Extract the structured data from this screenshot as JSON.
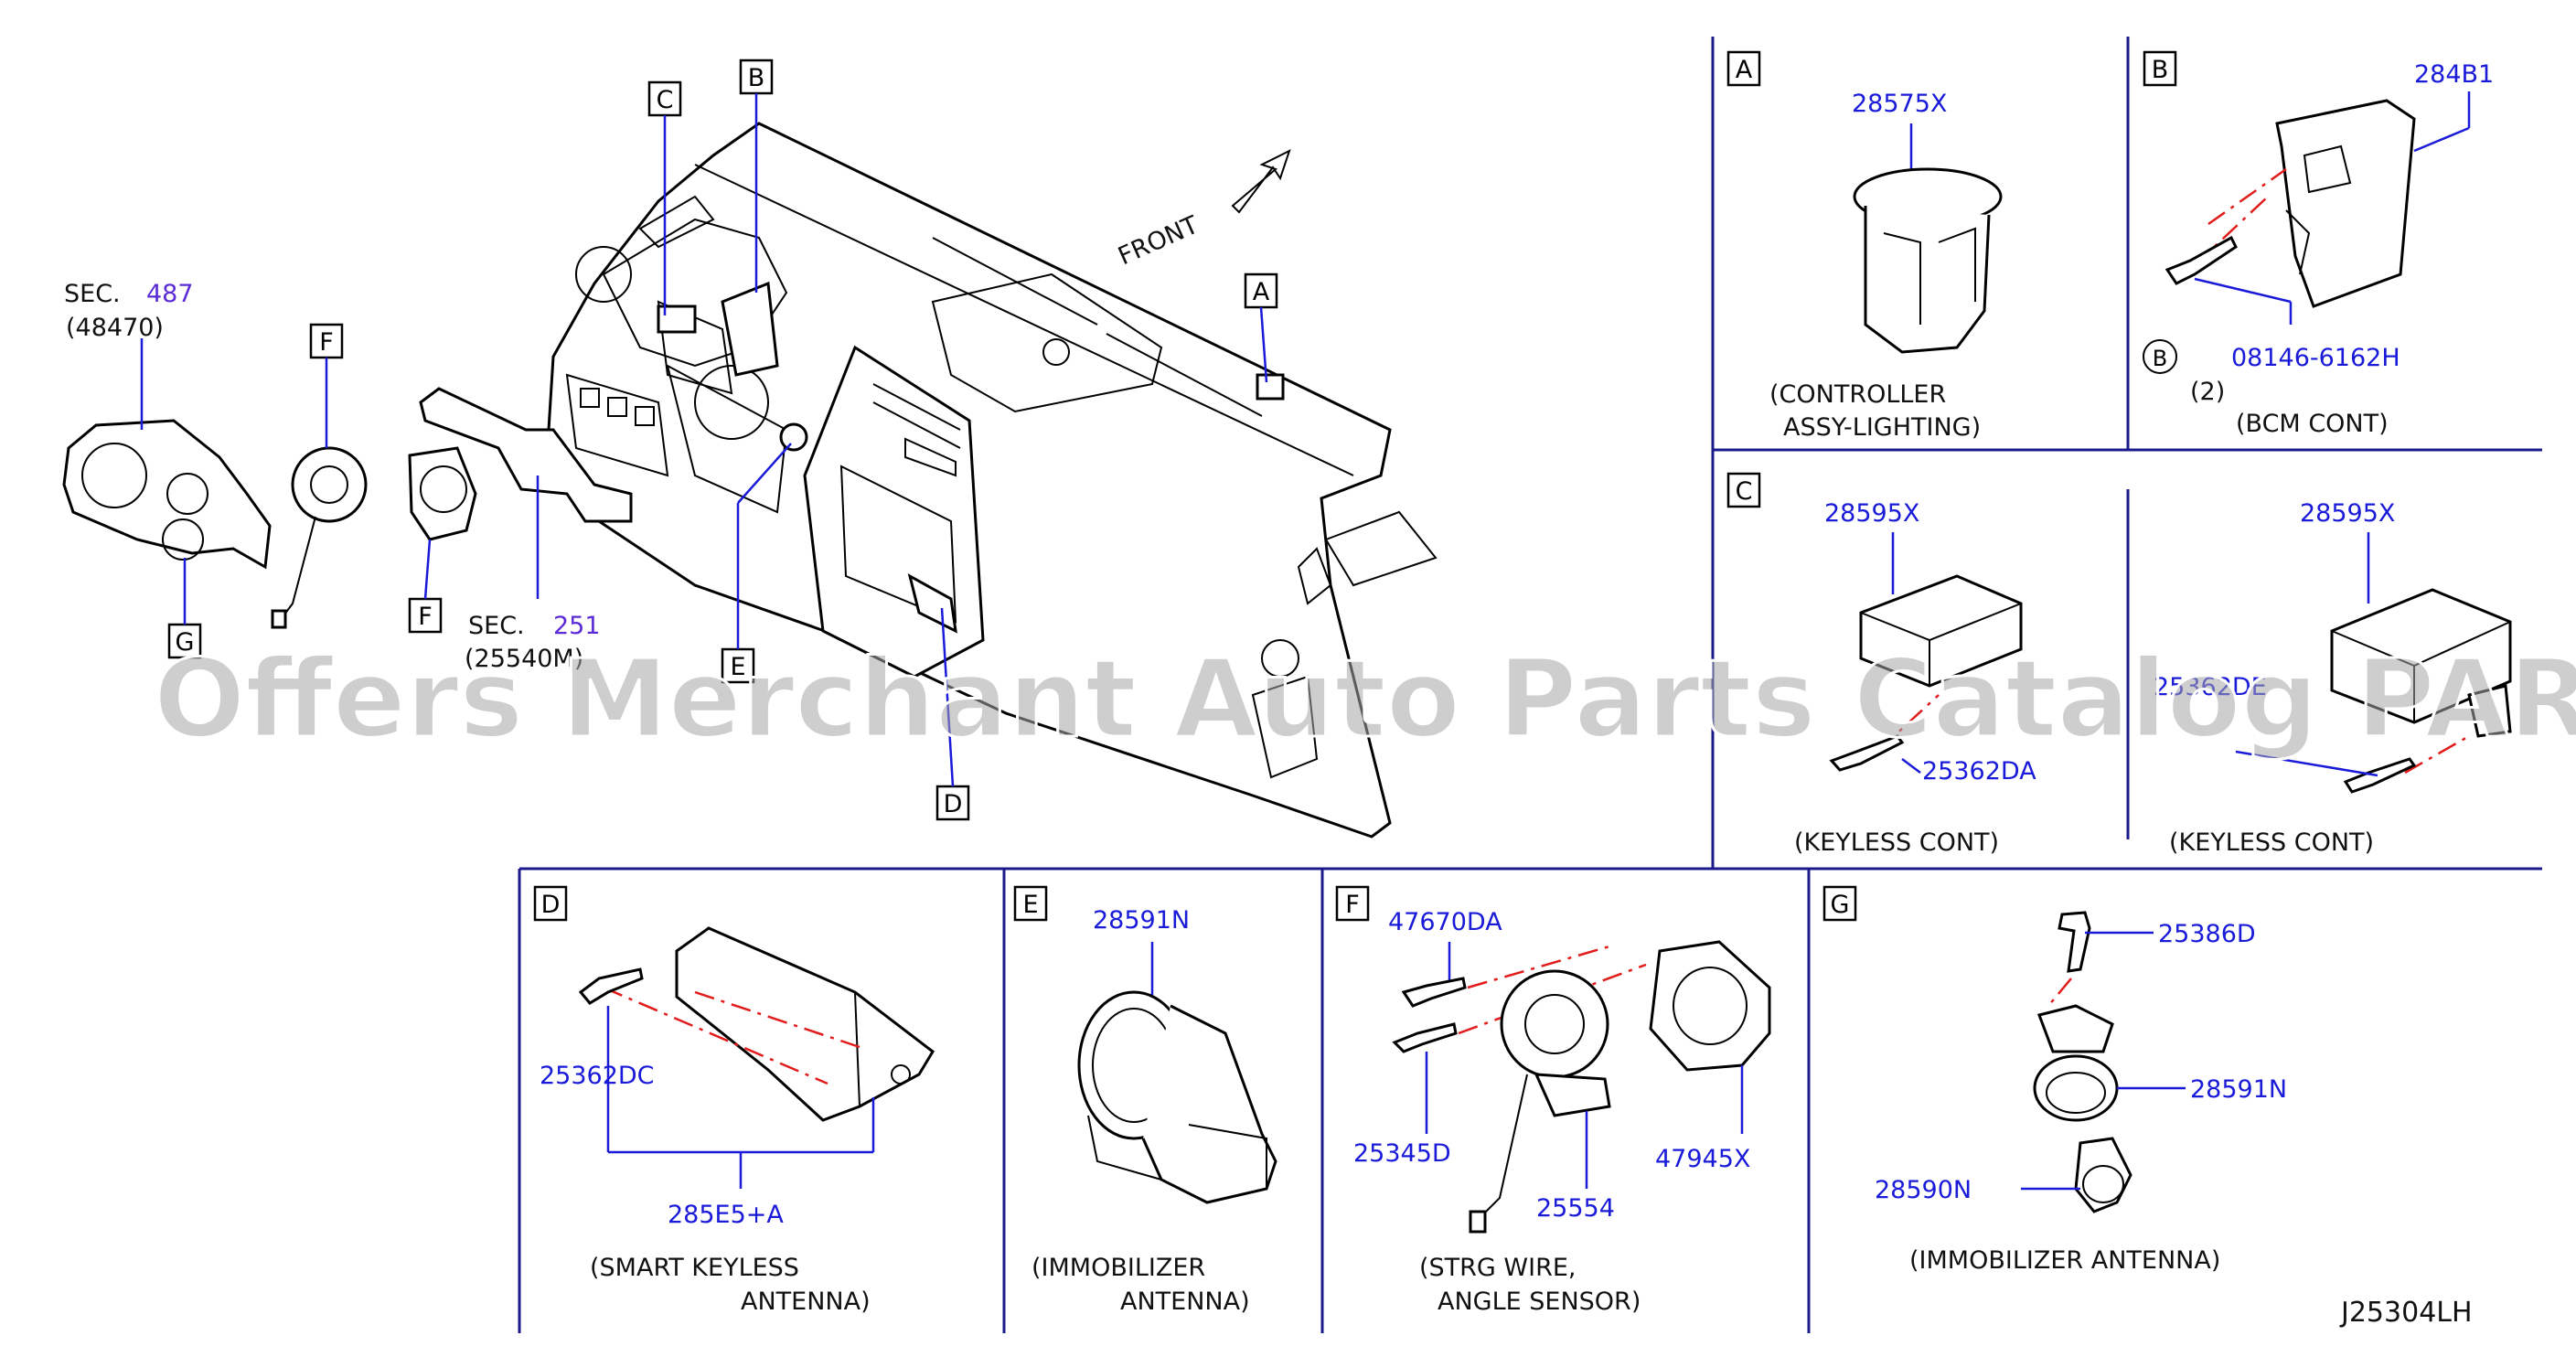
{
  "callouts": {
    "A": "A",
    "B": "B",
    "C": "C",
    "D": "D",
    "E": "E",
    "F": "F",
    "G": "G"
  },
  "main": {
    "front": "FRONT",
    "sec487_prefix": "SEC.",
    "sec487_num": "487",
    "sec487_sub": "(48470)",
    "sec251_prefix": "SEC.",
    "sec251_num": "251",
    "sec251_sub": "(25540M)"
  },
  "panel_a": {
    "part": "28575X",
    "desc_line1": "(CONTROLLER",
    "desc_line2": "ASSY-LIGHTING)"
  },
  "panel_b": {
    "part_module": "284B1",
    "part_bolt": "08146-6162H",
    "bolt_marker": "B",
    "qty": "(2)",
    "desc": "(BCM CONT)"
  },
  "panel_c1": {
    "part_module": "28595X",
    "part_screw": "25362DA",
    "desc": "(KEYLESS CONT)"
  },
  "panel_c2": {
    "part_module": "28595X",
    "part_screw_partial": "2​5​362DE",
    "desc": "(KEYLESS CONT)"
  },
  "panel_d": {
    "part_screw": "25362DC",
    "part_bracket": "285E5+A",
    "desc_line1": "(SMART KEYLESS",
    "desc_line2": "ANTENNA)"
  },
  "panel_e": {
    "part": "28591N",
    "desc_line1": "(IMMOBILIZER",
    "desc_line2": "ANTENNA)"
  },
  "panel_f": {
    "part_a": "47670DA",
    "part_b": "25345D",
    "part_c": "25554",
    "part_d": "47945X",
    "desc_line1": "(STRG WIRE,",
    "desc_line2": "ANGLE SENSOR)"
  },
  "panel_g": {
    "part_screw": "25386D",
    "part_antenna": "28591N",
    "part_ring": "28590N",
    "desc": "(IMMOBILIZER ANTENNA)"
  },
  "watermark": "Offers Merchant Auto Parts Catalog PARTSTORE.SA",
  "diagram_code": "J25304LH"
}
